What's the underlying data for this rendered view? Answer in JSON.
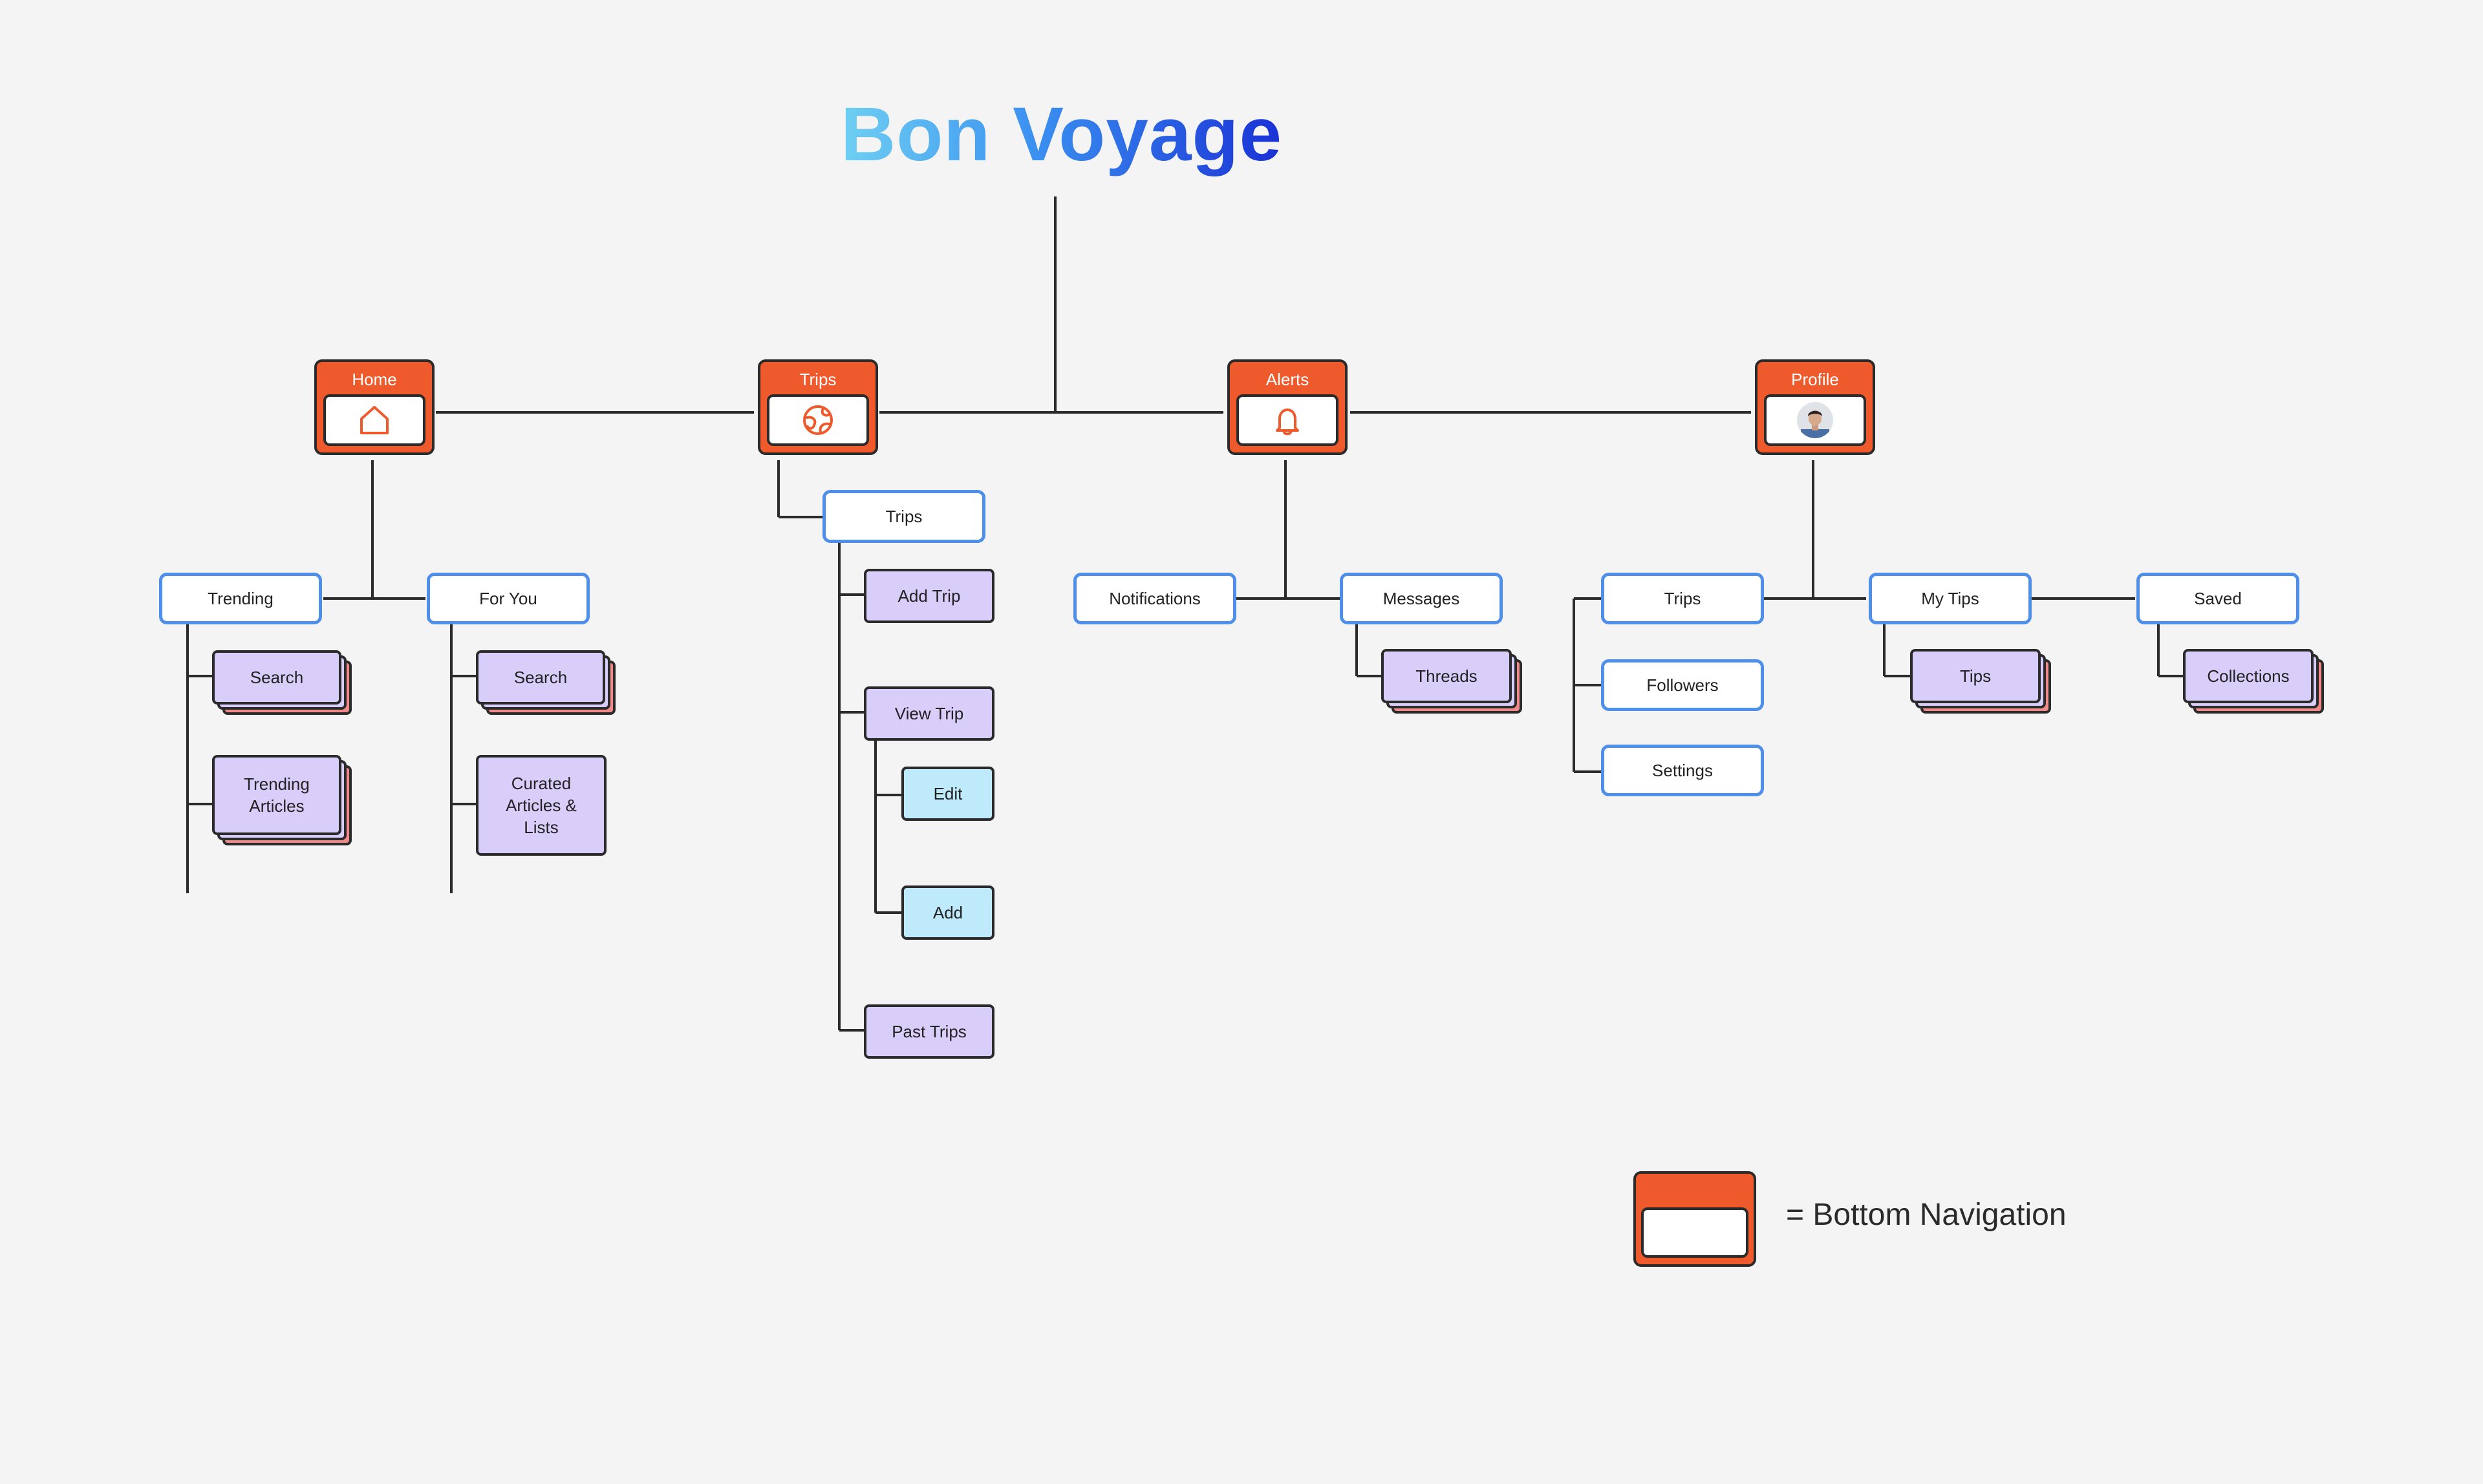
{
  "title": "Bon Voyage",
  "colors": {
    "nav_orange": "#ef5a2d",
    "section_blue_border": "#4d8fea",
    "screen_purple": "#d9cdfa",
    "subscreen_cyan": "#bfeafc",
    "stack_red": "#f08a8a"
  },
  "nav": {
    "home": {
      "label": "Home",
      "icon": "home-icon"
    },
    "trips": {
      "label": "Trips",
      "icon": "globe-icon"
    },
    "alerts": {
      "label": "Alerts",
      "icon": "bell-icon"
    },
    "profile": {
      "label": "Profile",
      "icon": "avatar-photo"
    }
  },
  "home": {
    "trending": "Trending",
    "for_you": "For You",
    "trending_search": "Search",
    "trending_articles": "Trending Articles",
    "foryou_search": "Search",
    "curated": "Curated Articles & Lists"
  },
  "trips": {
    "section": "Trips",
    "add_trip": "Add Trip",
    "view_trip": "View Trip",
    "edit": "Edit",
    "add": "Add",
    "past_trips": "Past Trips"
  },
  "alerts": {
    "notifications": "Notifications",
    "messages": "Messages",
    "threads": "Threads"
  },
  "profile": {
    "trips": "Trips",
    "followers": "Followers",
    "settings": "Settings",
    "my_tips": "My Tips",
    "tips": "Tips",
    "saved": "Saved",
    "collections": "Collections"
  },
  "legend": {
    "text": "= Bottom Navigation"
  }
}
